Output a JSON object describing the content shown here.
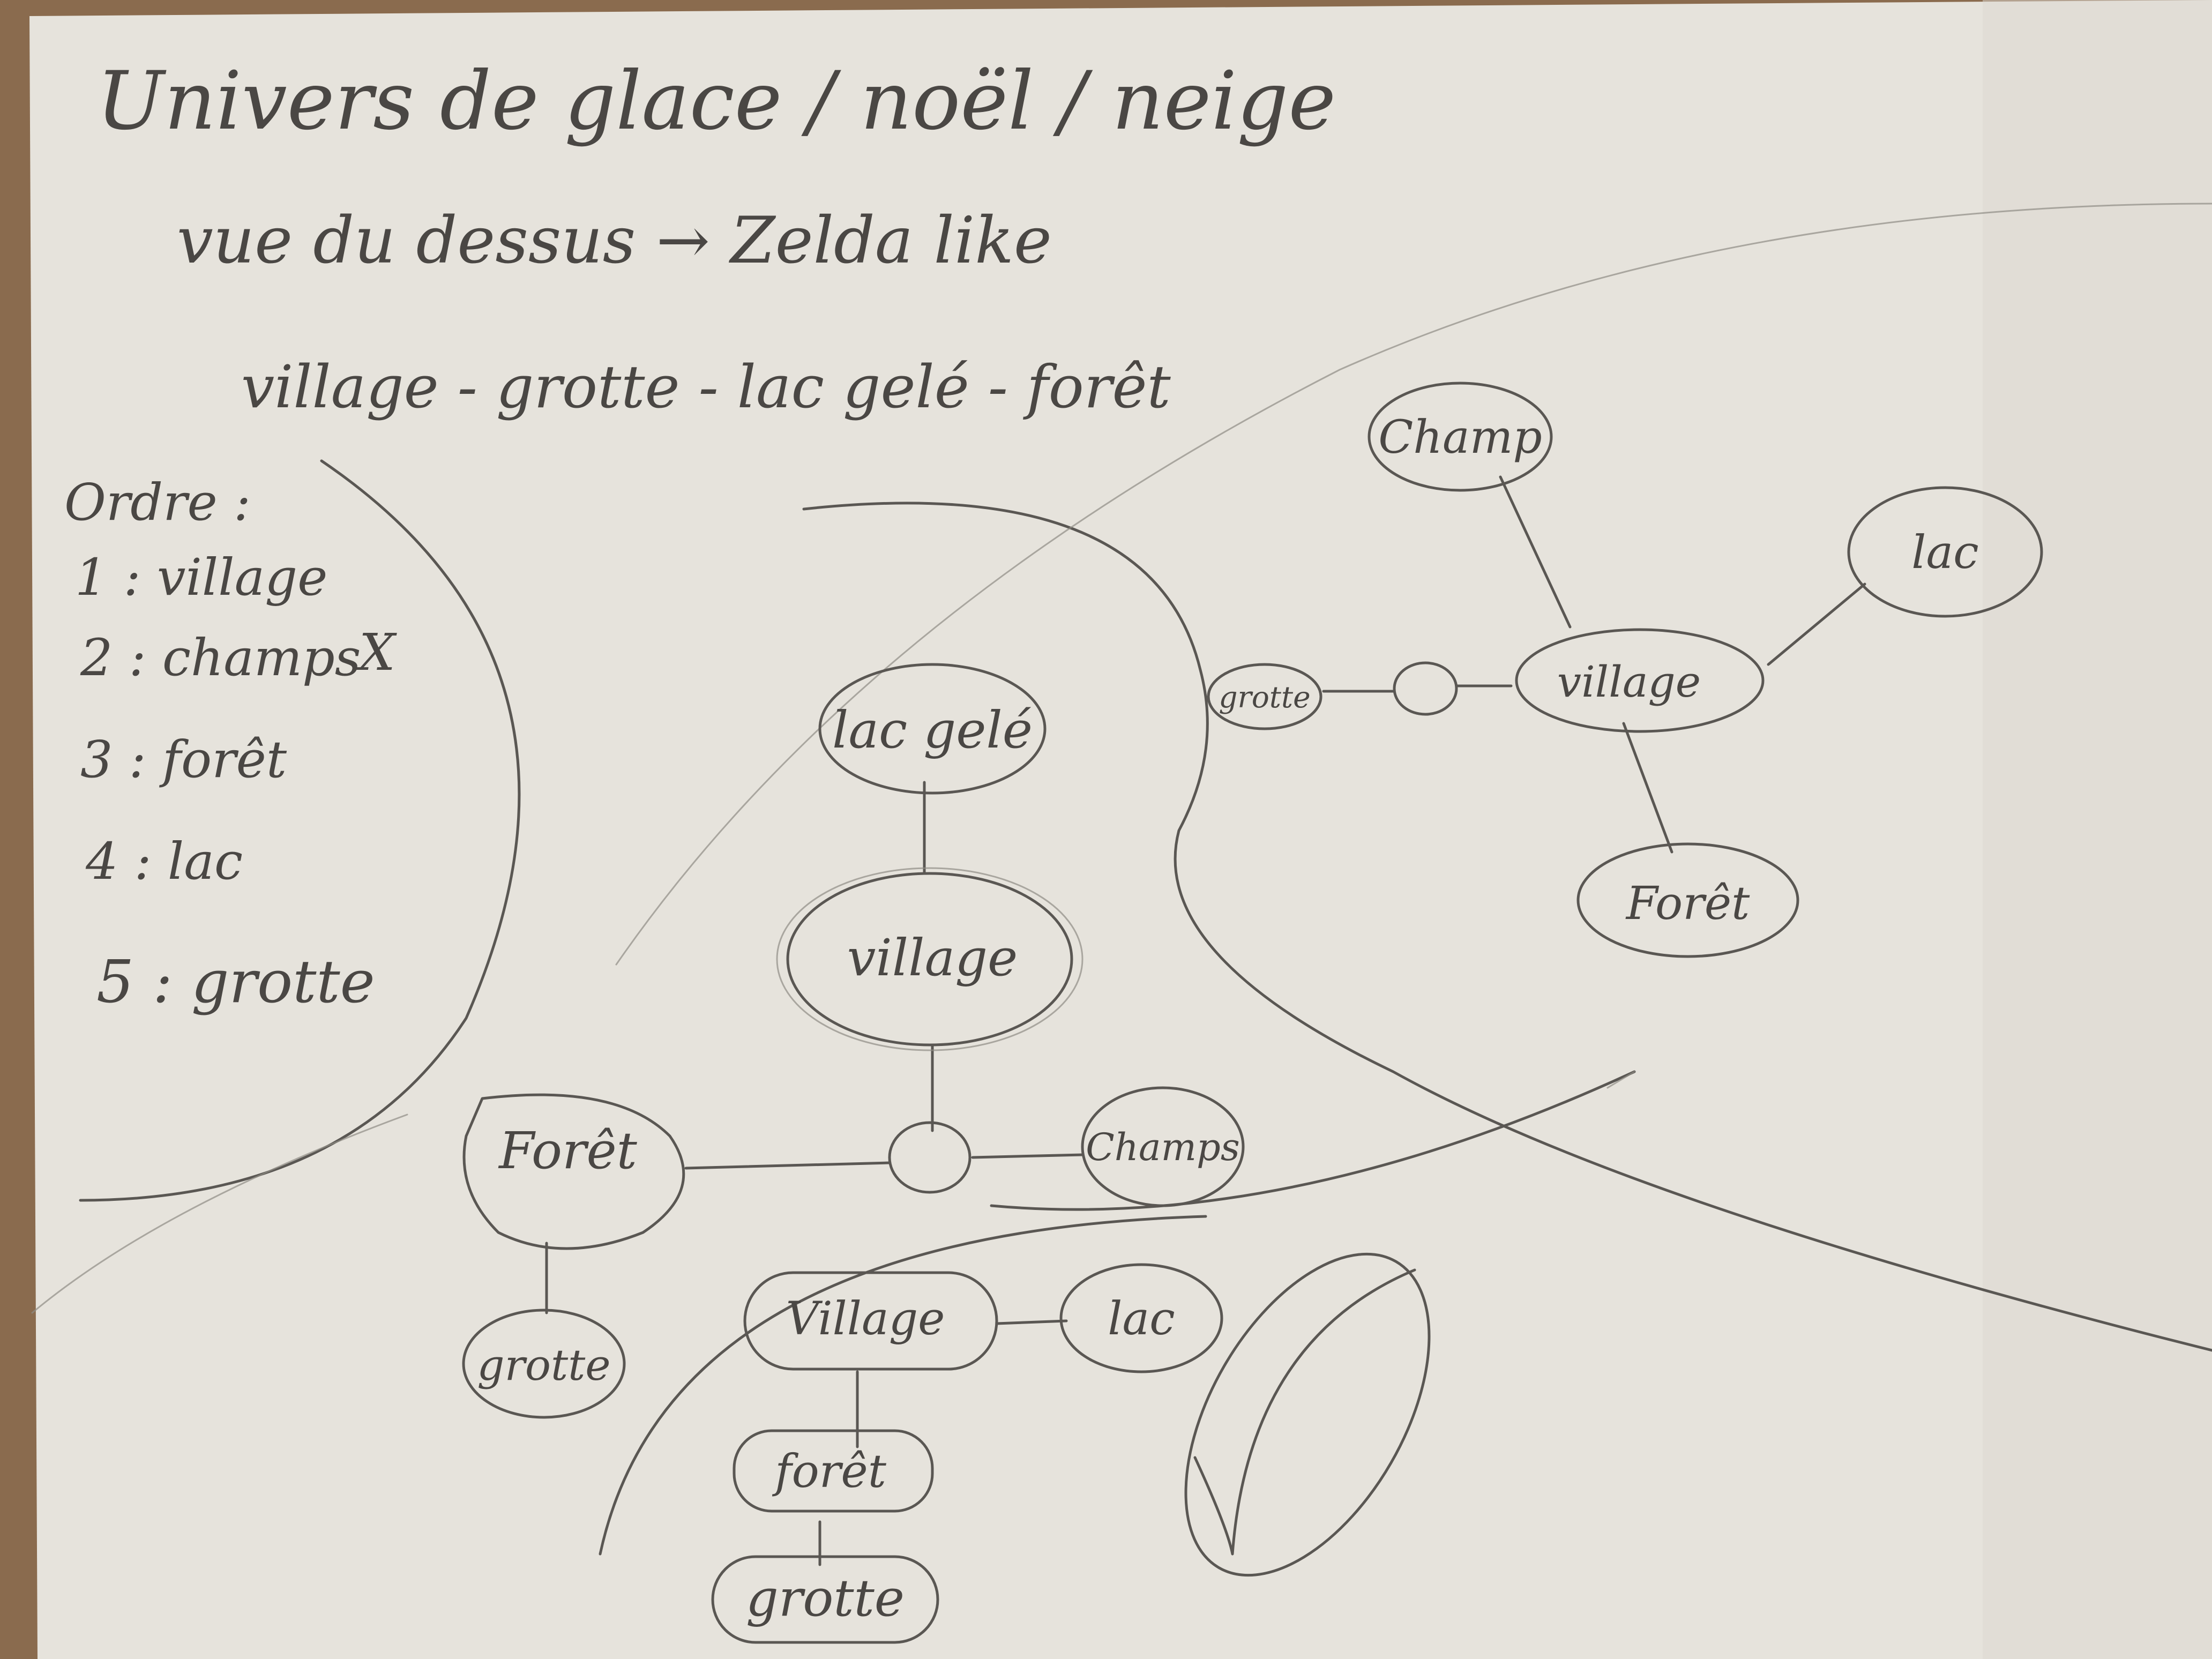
{
  "photo": {
    "table_color": "#8a6b4e",
    "paper_color": "#e6e3dc",
    "pencil_color": "#4a4744"
  },
  "header": {
    "line1": "Univers de glace / noël / neige",
    "line2": "vue du dessus → Zelda like",
    "line3": "village - grotte - lac gelé - forêt"
  },
  "order": {
    "title": "Ordre :",
    "items": [
      "1 : village",
      "2 : champs",
      "3 : forêt",
      "4 : lac",
      "5 : grotte"
    ],
    "crossed_mark": "X"
  },
  "map_center": {
    "top": "lac gelé",
    "hub": "village",
    "left": "Forêt",
    "right": "Champs",
    "below_left": "grotte"
  },
  "map_right": {
    "hub": "village",
    "top": "Champ",
    "right": "lac",
    "bottom": "Forêt",
    "left": "grotte"
  },
  "map_bottom": {
    "hub": "Village",
    "right": "lac",
    "middle": "forêt",
    "bottom": "grotte"
  }
}
